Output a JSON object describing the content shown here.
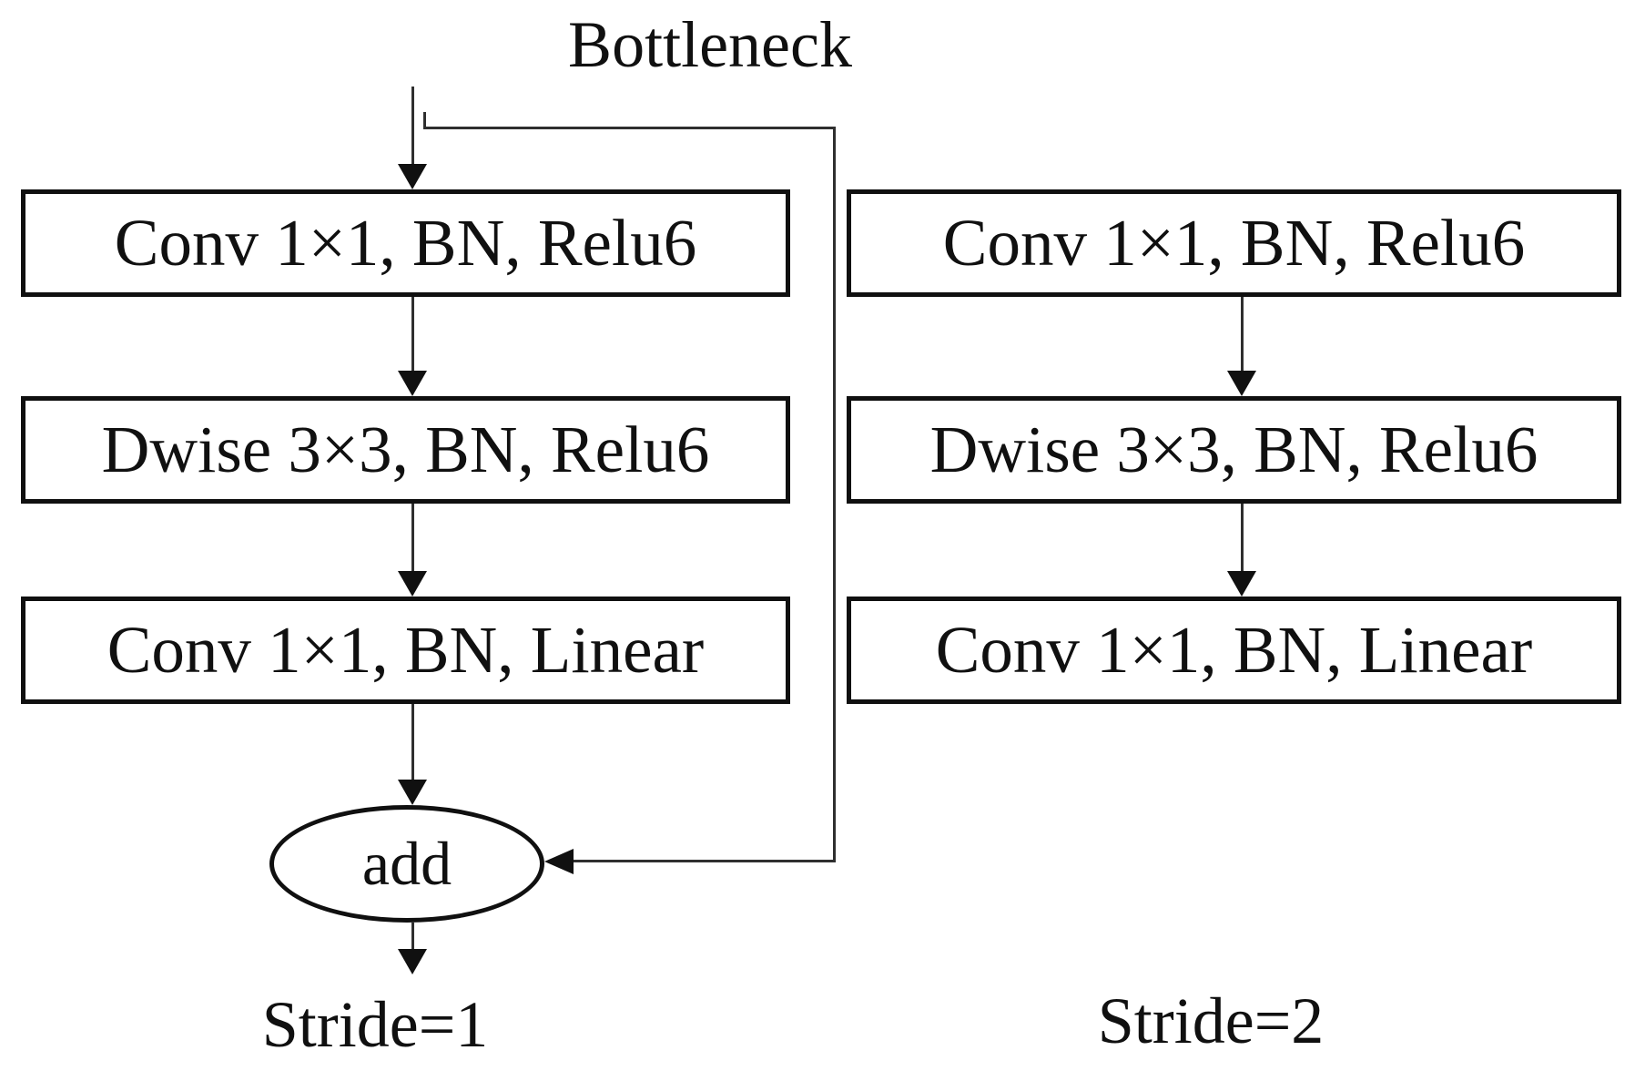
{
  "title": "Bottleneck",
  "branches": {
    "left": {
      "boxes": [
        "Conv 1×1, BN, Relu6",
        "Dwise 3×3, BN, Relu6",
        "Conv 1×1, BN, Linear"
      ],
      "merge_node_label": "add",
      "caption": "Stride=1"
    },
    "right": {
      "boxes": [
        "Conv 1×1, BN, Relu6",
        "Dwise 3×3, BN, Relu6",
        "Conv 1×1, BN, Linear"
      ],
      "caption": "Stride=2"
    }
  },
  "colors": {
    "line": "#2f2f2f",
    "box_border": "#101010",
    "text": "#101010",
    "background": "#ffffff"
  }
}
